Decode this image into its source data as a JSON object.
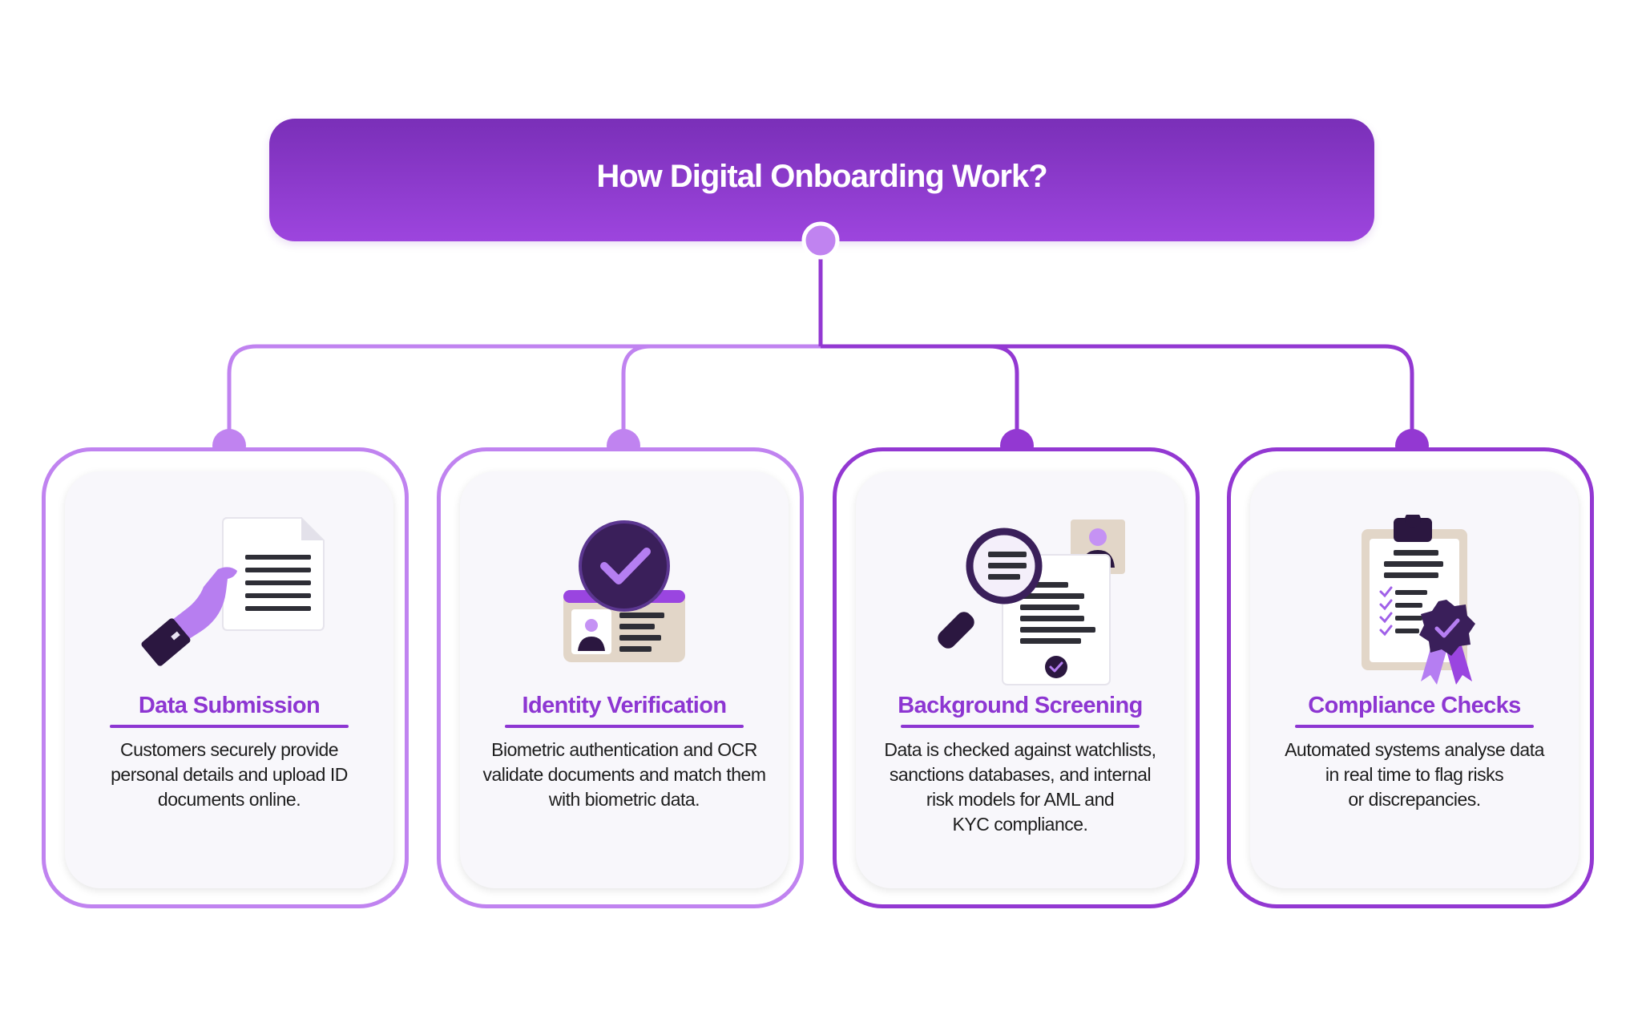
{
  "header": {
    "title": "How Digital Onboarding Work?"
  },
  "colors": {
    "header_gradient_top": "#7a2fb8",
    "header_gradient_bottom": "#9d45de",
    "light_purple": "#c083f0",
    "dark_purple": "#9338d2",
    "title_purple": "#8d36d2"
  },
  "cards": [
    {
      "title": "Data Submission",
      "icon": "hand-holding-document-icon",
      "description_lines": [
        "Customers securely provide",
        "personal details and upload ID",
        "documents online."
      ]
    },
    {
      "title": "Identity Verification",
      "icon": "id-card-checkmark-icon",
      "description_lines": [
        "Biometric authentication and OCR",
        "validate documents and match them",
        "with biometric data."
      ]
    },
    {
      "title": "Background Screening",
      "icon": "magnifier-profile-document-icon",
      "description_lines": [
        "Data is checked against watchlists,",
        "sanctions databases, and internal",
        "risk models for AML and",
        "KYC compliance."
      ]
    },
    {
      "title": "Compliance Checks",
      "icon": "clipboard-checklist-badge-icon",
      "description_lines": [
        "Automated systems analyse data",
        "in real time to flag risks",
        "or discrepancies."
      ]
    }
  ]
}
